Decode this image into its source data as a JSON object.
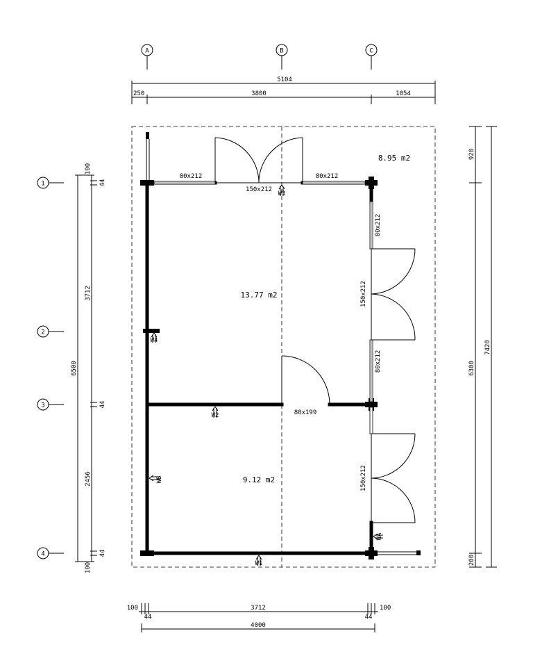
{
  "grid_columns": [
    "A",
    "B",
    "C"
  ],
  "grid_rows": [
    "1",
    "2",
    "3",
    "4"
  ],
  "top_dimensions": {
    "overall": "5104",
    "left_overhang": "250",
    "middle": "3800",
    "right": "1054"
  },
  "bottom_dimensions": {
    "left_overhang": "100",
    "left_wall": "44",
    "interior": "3712",
    "right_wall": "44",
    "right_overhang": "100",
    "overall": "4000"
  },
  "left_dimensions": {
    "overall": "6500",
    "top_overhang": "100",
    "wall_top": "44",
    "room_upper": "3712",
    "wall_mid": "44",
    "room_lower": "2456",
    "wall_bottom": "44",
    "bottom_overhang": "100"
  },
  "right_dimensions": {
    "overall": "7420",
    "walls": "6300",
    "front_overhang": "920",
    "rear_overhang": "200"
  },
  "areas": {
    "terrace": "8.95 m2",
    "main_room": "13.77 m2",
    "back_room": "9.12 m2"
  },
  "openings": {
    "window_top_left": "80x212",
    "door_top_double": "150x212",
    "window_top_right": "80x212",
    "window_right_upper": "80x212",
    "door_right_double": "150x212",
    "window_right_lower": "80x212",
    "door_interior": "80x199",
    "door_right_back": "150x212"
  },
  "wall_labels": {
    "w1": "W1",
    "w2": "W2",
    "w3": "W3",
    "w4": "W4",
    "wa": "WA",
    "wb": "WB"
  }
}
